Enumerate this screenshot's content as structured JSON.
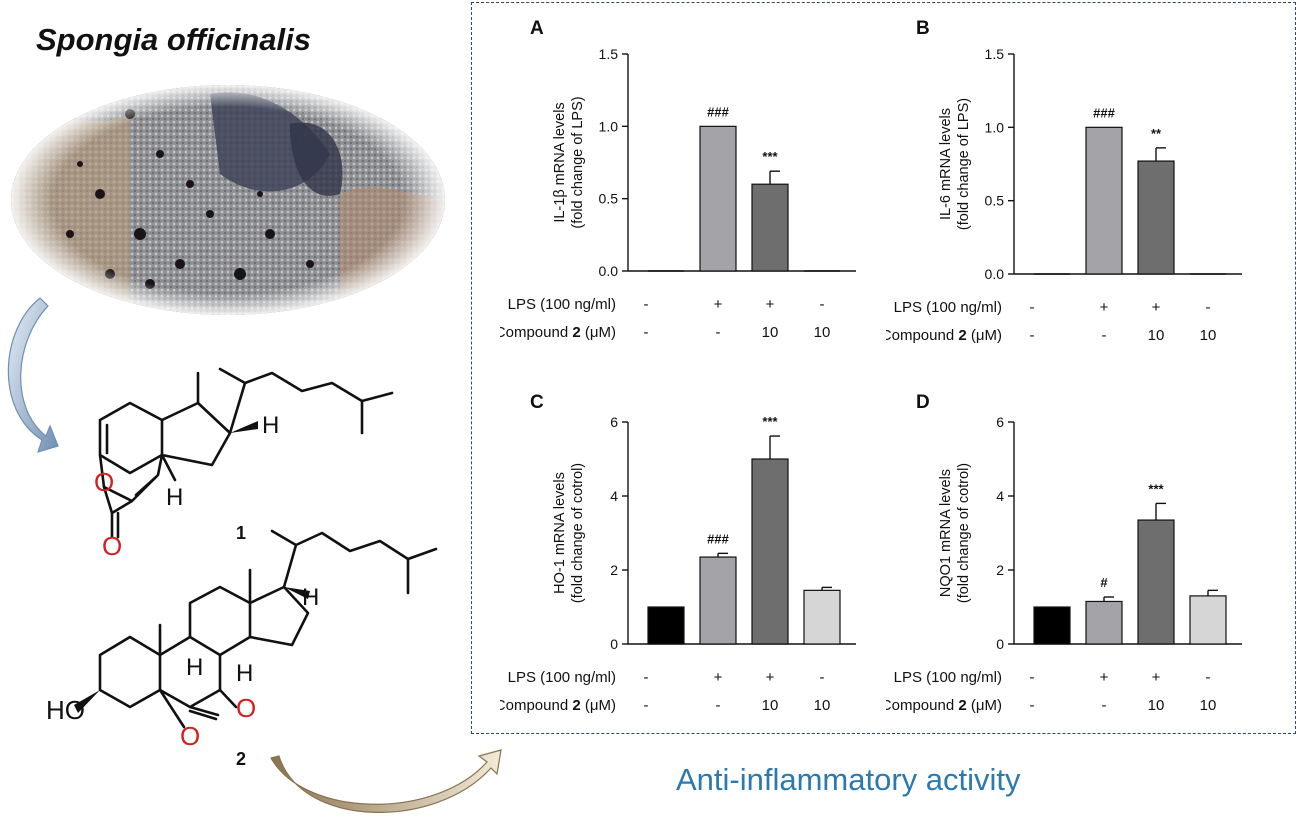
{
  "species": "Spongia officinalis",
  "compound_labels": [
    "1",
    "2"
  ],
  "footer": "Anti-inflammatory activity",
  "chem_atoms": {
    "h": "H",
    "o": "O",
    "ho": "HO"
  },
  "colors": {
    "border": "#2f4a66",
    "footer": "#2a7ab0",
    "bar_black": "#000000",
    "bar_light_gray": "#a3a3a8",
    "bar_dark_gray": "#6e6e6e",
    "bar_pale_gray": "#d6d6d6",
    "heteroatom": "#d42020"
  },
  "chart_data": [
    {
      "panel": "A",
      "type": "bar",
      "ylabel": [
        "IL-1β mRNA  levels",
        "(fold change of LPS)"
      ],
      "ylim": [
        0,
        1.5
      ],
      "yticks": [
        "0.0",
        "0.5",
        "1.0",
        "1.5"
      ],
      "values": [
        0.0,
        1.0,
        0.6,
        0.0
      ],
      "errors": [
        0,
        0,
        0.09,
        0
      ],
      "significance": [
        "",
        "###",
        "***",
        ""
      ],
      "bar_colors": [
        "#000000",
        "#a3a3a8",
        "#6e6e6e",
        "#d6d6d6"
      ],
      "rows": [
        {
          "label": "LPS (100 ng/ml)",
          "bold": "",
          "tail": "",
          "values": [
            "-",
            "+",
            "+",
            "-"
          ]
        },
        {
          "label": "Compound ",
          "bold": "2",
          "tail": " (μM)",
          "values": [
            "-",
            "-",
            "10",
            "10"
          ]
        }
      ]
    },
    {
      "panel": "B",
      "type": "bar",
      "ylabel": [
        "IL-6 mRNA  levels",
        "(fold change of LPS)"
      ],
      "ylim": [
        0,
        1.5
      ],
      "yticks": [
        "0.0",
        "0.5",
        "1.0",
        "1.5"
      ],
      "values": [
        0.0,
        1.0,
        0.77,
        0.0
      ],
      "errors": [
        0,
        0,
        0.09,
        0
      ],
      "significance": [
        "",
        "###",
        "**",
        ""
      ],
      "bar_colors": [
        "#000000",
        "#a3a3a8",
        "#6e6e6e",
        "#d6d6d6"
      ],
      "rows": [
        {
          "label": "LPS (100 ng/ml)",
          "bold": "",
          "tail": "",
          "values": [
            "-",
            "+",
            "+",
            "-"
          ]
        },
        {
          "label": "Compound ",
          "bold": "2",
          "tail": " (μM)",
          "values": [
            "-",
            "-",
            "10",
            "10"
          ]
        }
      ]
    },
    {
      "panel": "C",
      "type": "bar",
      "ylabel": [
        "HO-1 mRNA  levels",
        "(fold change of cotrol)"
      ],
      "ylim": [
        0,
        6
      ],
      "yticks": [
        "0",
        "2",
        "4",
        "6"
      ],
      "values": [
        1.0,
        2.35,
        5.0,
        1.45
      ],
      "errors": [
        0,
        0.1,
        0.62,
        0.08
      ],
      "significance": [
        "",
        "###",
        "***",
        ""
      ],
      "bar_colors": [
        "#000000",
        "#a3a3a8",
        "#6e6e6e",
        "#d6d6d6"
      ],
      "rows": [
        {
          "label": "LPS (100 ng/ml)",
          "bold": "",
          "tail": "",
          "values": [
            "-",
            "+",
            "+",
            "-"
          ]
        },
        {
          "label": "Compound ",
          "bold": "2",
          "tail": " (μM)",
          "values": [
            "-",
            "-",
            "10",
            "10"
          ]
        }
      ]
    },
    {
      "panel": "D",
      "type": "bar",
      "ylabel": [
        "NQO1 mRNA  levels",
        "(fold change of cotrol)"
      ],
      "ylim": [
        0,
        6
      ],
      "yticks": [
        "0",
        "2",
        "4",
        "6"
      ],
      "values": [
        1.0,
        1.15,
        3.35,
        1.3
      ],
      "errors": [
        0,
        0.12,
        0.45,
        0.15
      ],
      "significance": [
        "",
        "#",
        "***",
        ""
      ],
      "bar_colors": [
        "#000000",
        "#a3a3a8",
        "#6e6e6e",
        "#d6d6d6"
      ],
      "rows": [
        {
          "label": "LPS (100 ng/ml)",
          "bold": "",
          "tail": "",
          "values": [
            "-",
            "+",
            "+",
            "-"
          ]
        },
        {
          "label": "Compound ",
          "bold": "2",
          "tail": " (μM)",
          "values": [
            "-",
            "-",
            "10",
            "10"
          ]
        }
      ]
    }
  ]
}
